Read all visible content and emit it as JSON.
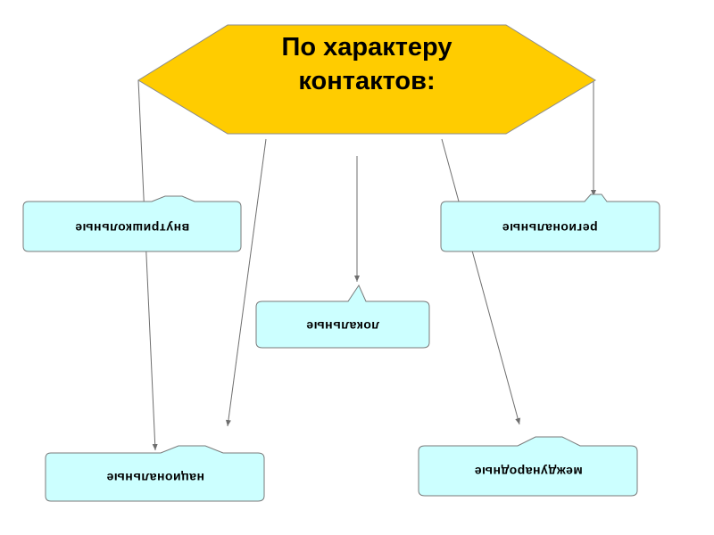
{
  "title": {
    "line1": "По характеру",
    "line2": "контактов:"
  },
  "categories": {
    "intraschool": "внутришкольные",
    "regional": "региональные",
    "local": "локальные",
    "national": "национальные",
    "international": "международные"
  },
  "colors": {
    "title_fill": "#ffcc00",
    "box_fill": "#ccffff",
    "arrow": "#6e6e6e"
  }
}
